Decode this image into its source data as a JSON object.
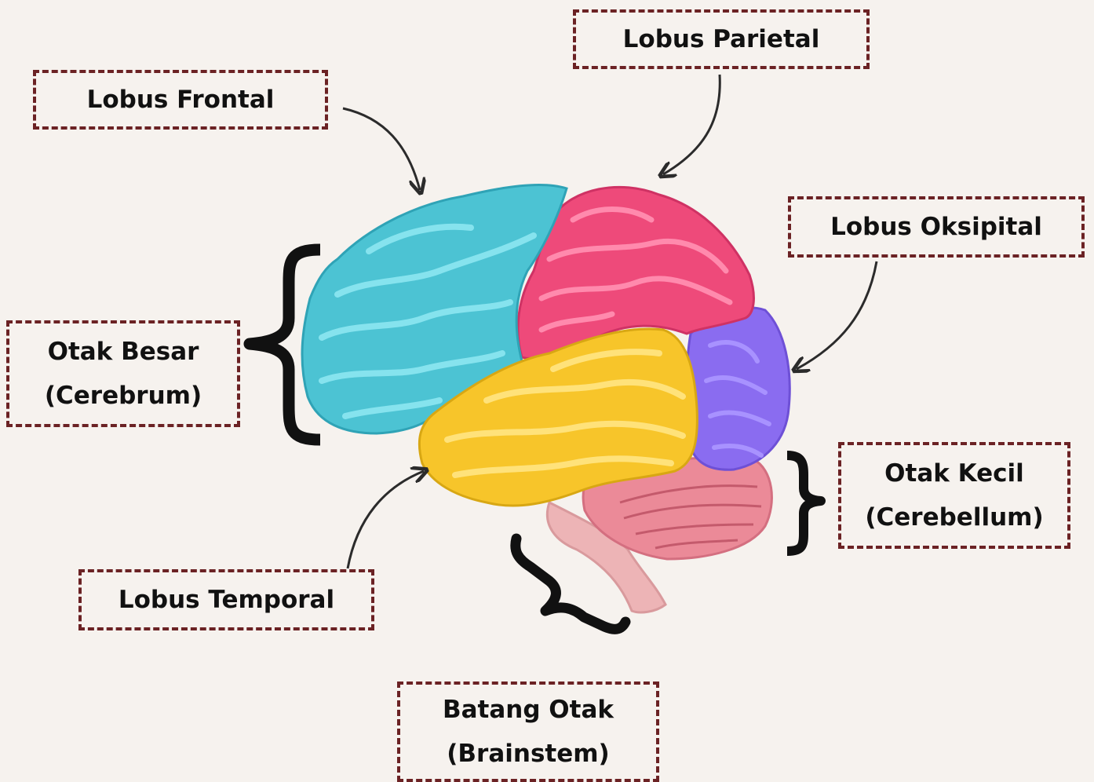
{
  "labels": {
    "frontal": "Lobus Frontal",
    "parietal": "Lobus Parietal",
    "oksipital": "Lobus Oksipital",
    "otak_besar_line1": "Otak Besar",
    "otak_besar_line2": "(Cerebrum)",
    "otak_kecil_line1": "Otak Kecil",
    "otak_kecil_line2": "(Cerebellum)",
    "temporal": "Lobus Temporal",
    "batang_line1": "Batang Otak",
    "batang_line2": "(Brainstem)"
  },
  "colors": {
    "background": "#f6f2ee",
    "frontal": "#4cc3d3",
    "parietal": "#ee4a7a",
    "oksipital": "#8a6cf0",
    "temporal": "#f7c52a",
    "cerebellum": "#eb8a98",
    "brainstem": "#edb4b6",
    "border": "#6b2224"
  }
}
